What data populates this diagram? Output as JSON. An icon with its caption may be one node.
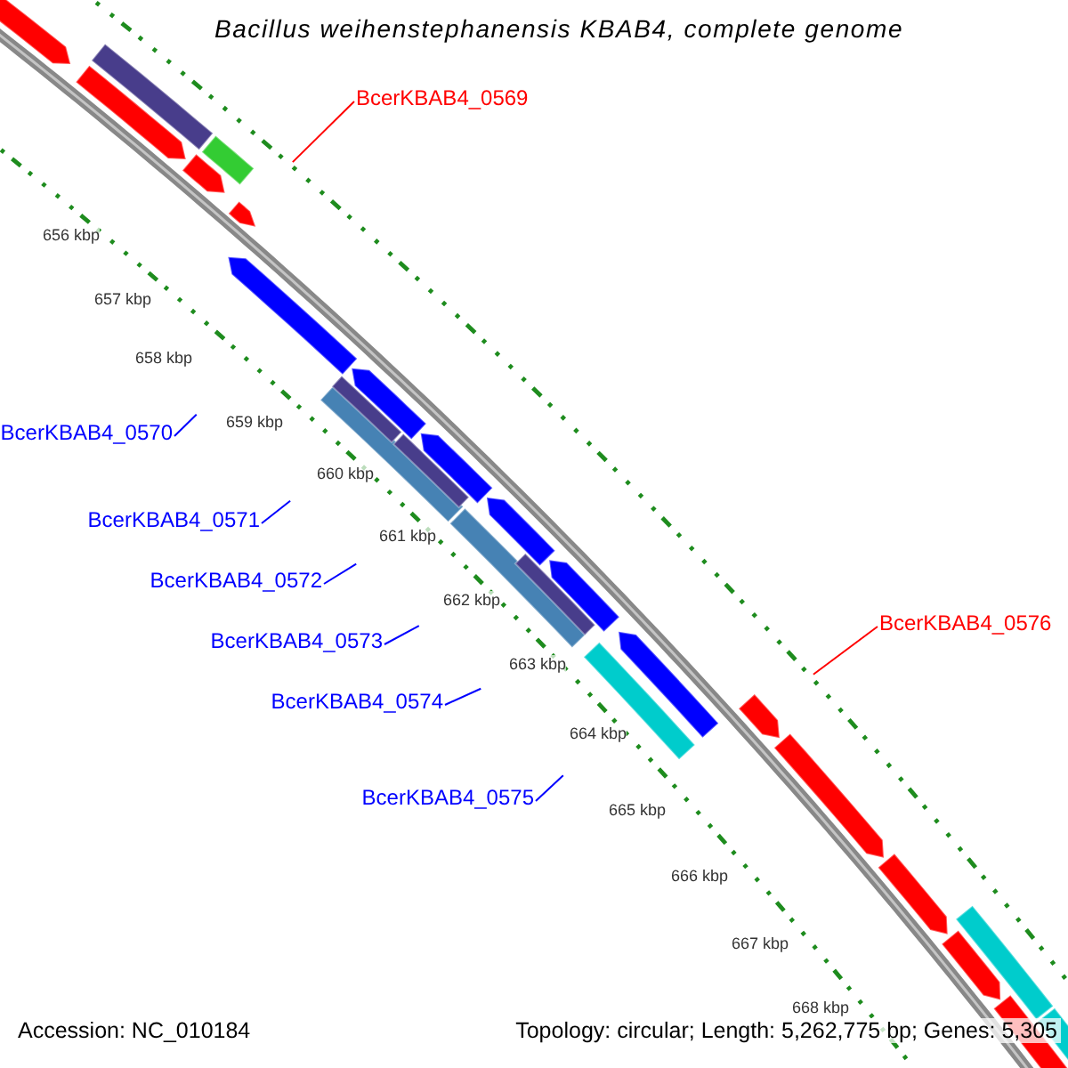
{
  "diagram": {
    "title": "Bacillus weihenstephanensis KBAB4, complete genome",
    "nodes": [
      {
        "text": [
          "BcerKBAB4_0569"
        ]
      },
      {
        "text": [
          "BcerKBAB4_0570"
        ]
      },
      {
        "text": [
          "BcerKBAB4_0571"
        ]
      },
      {
        "text": [
          "BcerKBAB4_0572"
        ]
      },
      {
        "text": [
          "BcerKBAB4_0573"
        ]
      },
      {
        "text": [
          "BcerKBAB4_0574"
        ]
      },
      {
        "text": [
          "BcerKBAB4_0575"
        ]
      },
      {
        "text": [
          "BcerKBAB4_0576"
        ]
      }
    ],
    "edges": [
      {
        "from": 0,
        "to": null,
        "arrow": "none",
        "color": "#ff0000"
      },
      {
        "from": 1,
        "to": null,
        "arrow": "none"
      },
      {
        "from": 2,
        "to": null,
        "arrow": "none"
      },
      {
        "from": 3,
        "to": null,
        "arrow": "none"
      },
      {
        "from": 4,
        "to": null,
        "arrow": "none"
      },
      {
        "from": 5,
        "to": null,
        "arrow": "none"
      },
      {
        "from": 6,
        "to": null,
        "arrow": "none"
      },
      {
        "from": 7,
        "to": null,
        "arrow": "none",
        "color": "#ff0000"
      }
    ],
    "labels": [
      "656 kbp",
      "657 kbp",
      "658 kbp",
      "659 kbp",
      "660 kbp",
      "661 kbp",
      "662 kbp",
      "663 kbp",
      "664 kbp",
      "665 kbp",
      "666 kbp",
      "667 kbp",
      "668 kbp",
      "Accession: NC_010184",
      "Topology: circular; Length: 5,262,775 bp; Genes: 5,305"
    ]
  }
}
